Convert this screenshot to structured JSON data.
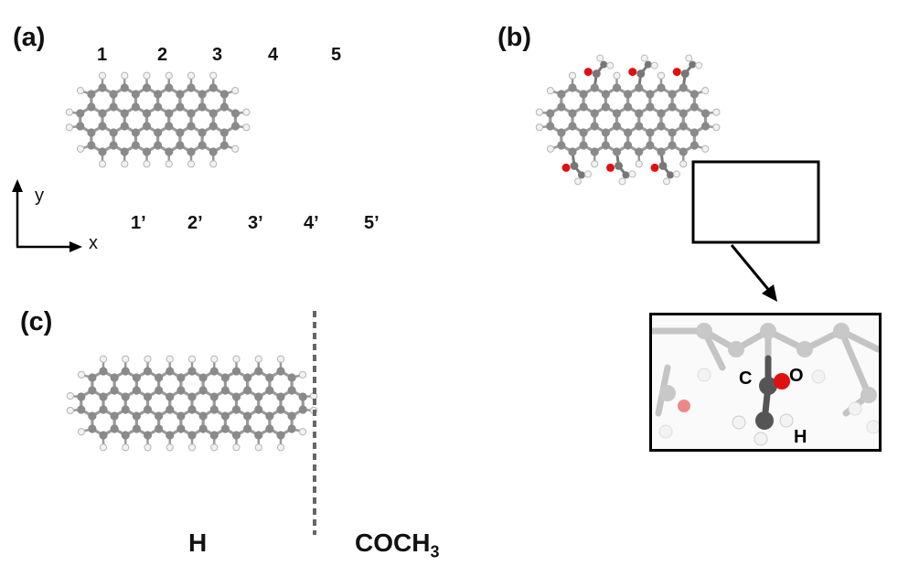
{
  "panels": {
    "a": {
      "letter": "(a)",
      "top_indices": [
        "1",
        "2",
        "3",
        "4",
        "5"
      ],
      "bottom_indices": [
        "1’",
        "2’",
        "3’",
        "4’",
        "5’"
      ],
      "axis_y": "y",
      "axis_x": "x"
    },
    "b": {
      "letter": "(b)"
    },
    "c": {
      "letter": "(c)",
      "left_label": "H",
      "right_label_main": "COCH",
      "right_label_sub": "3"
    },
    "zoom": {
      "atom_c": "C",
      "atom_o": "O",
      "atom_h": "H"
    }
  },
  "colors": {
    "carbon": "#8a8a8a",
    "hydrogen": "#f2f2f2",
    "oxygen": "#e01010",
    "bond": "#9a9a9a",
    "frame": "#000000",
    "divider": "#666666"
  },
  "icons": [
    "arrow-up-icon",
    "arrow-right-icon",
    "pointer-arrow-icon"
  ]
}
